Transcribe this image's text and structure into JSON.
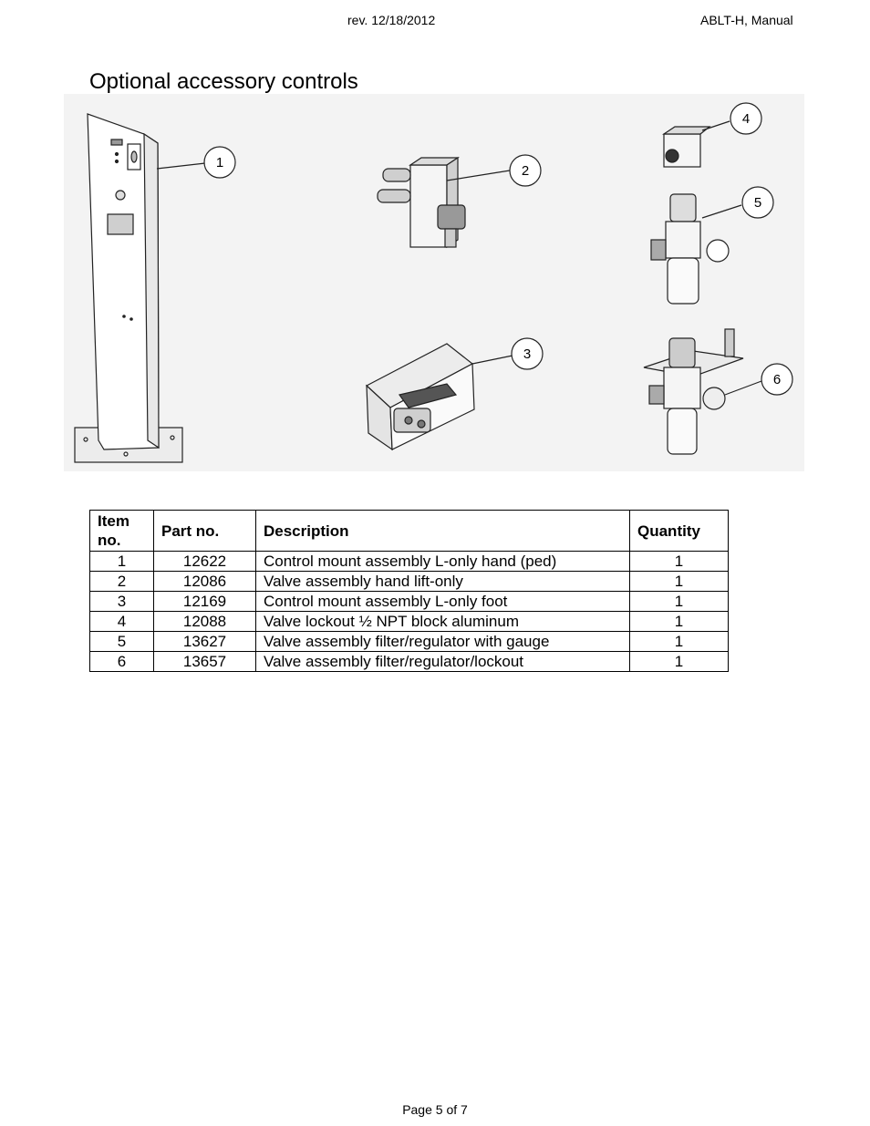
{
  "header": {
    "revision": "rev. 12/18/2012",
    "document": "ABLT-H, Manual"
  },
  "page_title": "Optional accessory controls",
  "figure": {
    "callouts": [
      "1",
      "2",
      "3",
      "4",
      "5",
      "6"
    ]
  },
  "parts_table": {
    "headers": {
      "item_line1": "Item",
      "item_line2": "no.",
      "part": "Part no.",
      "description": "Description",
      "quantity": "Quantity"
    },
    "rows": [
      {
        "item": "1",
        "part": "12622",
        "description": "Control mount assembly L-only hand (ped)",
        "quantity": "1"
      },
      {
        "item": "2",
        "part": "12086",
        "description": "Valve assembly hand lift-only",
        "quantity": "1"
      },
      {
        "item": "3",
        "part": "12169",
        "description": "Control mount assembly L-only foot",
        "quantity": "1"
      },
      {
        "item": "4",
        "part": "12088",
        "description": "Valve lockout ½ NPT block aluminum",
        "quantity": "1"
      },
      {
        "item": "5",
        "part": "13627",
        "description": "Valve assembly filter/regulator with gauge",
        "quantity": "1"
      },
      {
        "item": "6",
        "part": "13657",
        "description": "Valve assembly filter/regulator/lockout",
        "quantity": "1"
      }
    ]
  },
  "footer": {
    "page": "Page 5 of 7"
  }
}
